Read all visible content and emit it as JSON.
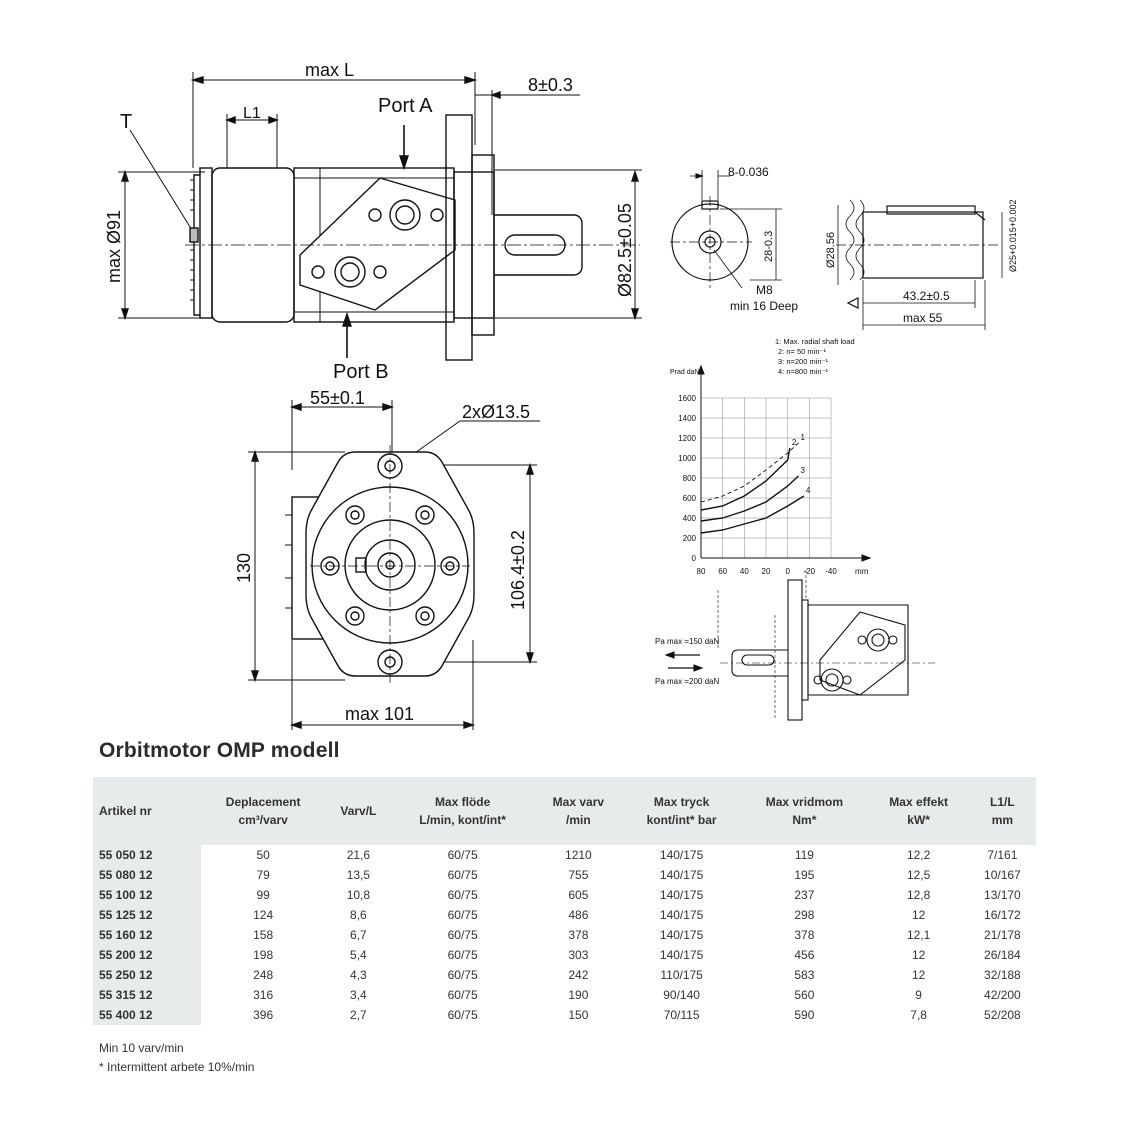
{
  "drawing": {
    "side_view": {
      "max_l": "max L",
      "l1": "L1",
      "t": "T",
      "port_a": "Port A",
      "port_b": "Port B",
      "offset": "8±0.3",
      "max_dia": "max Ø91",
      "flange_dia": "Ø82.5±0.05"
    },
    "shaft_end_view": {
      "key_width": "8-0.036",
      "key_height": "28-0.3",
      "thread": "M8",
      "thread_depth": "min 16 Deep"
    },
    "shaft_side_view": {
      "dia_left": "Ø28.56",
      "dia_right": "Ø25+0.015+0.002",
      "length_inner": "43.2±0.5",
      "length_outer": "max 55"
    },
    "front_view": {
      "offset": "55±0.1",
      "holes": "2xØ13.5",
      "height": "130",
      "bolt_spacing": "106.4±0.2",
      "width": "max 101"
    },
    "load_chart": {
      "legend": [
        "1: Max. radial shaft load",
        "2: n= 50 min⁻¹",
        "3: n=200 min⁻¹",
        "4: n=800 min⁻¹"
      ],
      "arrow_top": "Pa max =150 daN",
      "arrow_bottom": "Pa max =200 daN"
    }
  },
  "chart_data": {
    "type": "line",
    "ylabel": "Prad daN",
    "xlabel": "mm",
    "x_ticks": [
      80,
      60,
      40,
      20,
      0,
      -20,
      -40
    ],
    "y_ticks": [
      0,
      200,
      400,
      600,
      800,
      1000,
      1200,
      1400,
      1600
    ],
    "xlim": [
      80,
      -40
    ],
    "ylim": [
      0,
      1600
    ],
    "series": [
      {
        "name": "1",
        "x": [
          80,
          60,
          40,
          20,
          0,
          -10
        ],
        "y": [
          560,
          620,
          720,
          880,
          1050,
          1150
        ]
      },
      {
        "name": "2",
        "x": [
          80,
          60,
          40,
          20,
          0,
          -2
        ],
        "y": [
          480,
          520,
          620,
          770,
          980,
          1100
        ]
      },
      {
        "name": "3",
        "x": [
          80,
          60,
          40,
          20,
          0,
          -10
        ],
        "y": [
          370,
          400,
          470,
          560,
          720,
          820
        ]
      },
      {
        "name": "4",
        "x": [
          80,
          60,
          40,
          20,
          0,
          -15
        ],
        "y": [
          250,
          280,
          340,
          400,
          520,
          620
        ]
      }
    ]
  },
  "title": "Orbitmotor OMP modell",
  "table": {
    "headers": [
      {
        "l1": "Artikel nr",
        "l2": ""
      },
      {
        "l1": "Deplacement",
        "l2": "cm³/varv"
      },
      {
        "l1": "Varv/L",
        "l2": ""
      },
      {
        "l1": "Max flöde",
        "l2": "L/min, kont/int*"
      },
      {
        "l1": "Max varv",
        "l2": "/min"
      },
      {
        "l1": "Max tryck",
        "l2": "kont/int* bar"
      },
      {
        "l1": "Max vridmom",
        "l2": "Nm*"
      },
      {
        "l1": "Max effekt",
        "l2": "kW*"
      },
      {
        "l1": "L1/L",
        "l2": "mm"
      }
    ],
    "rows": [
      [
        "55 050 12",
        "50",
        "21,6",
        "60/75",
        "1210",
        "140/175",
        "119",
        "12,2",
        "7/161"
      ],
      [
        "55 080 12",
        "79",
        "13,5",
        "60/75",
        "755",
        "140/175",
        "195",
        "12,5",
        "10/167"
      ],
      [
        "55 100 12",
        "99",
        "10,8",
        "60/75",
        "605",
        "140/175",
        "237",
        "12,8",
        "13/170"
      ],
      [
        "55 125 12",
        "124",
        "8,6",
        "60/75",
        "486",
        "140/175",
        "298",
        "12",
        "16/172"
      ],
      [
        "55 160 12",
        "158",
        "6,7",
        "60/75",
        "378",
        "140/175",
        "378",
        "12,1",
        "21/178"
      ],
      [
        "55 200 12",
        "198",
        "5,4",
        "60/75",
        "303",
        "140/175",
        "456",
        "12",
        "26/184"
      ],
      [
        "55 250 12",
        "248",
        "4,3",
        "60/75",
        "242",
        "110/175",
        "583",
        "12",
        "32/188"
      ],
      [
        "55 315 12",
        "316",
        "3,4",
        "60/75",
        "190",
        "90/140",
        "560",
        "9",
        "42/200"
      ],
      [
        "55 400 12",
        "396",
        "2,7",
        "60/75",
        "150",
        "70/115",
        "590",
        "7,8",
        "52/208"
      ]
    ]
  },
  "notes": [
    "Min 10 varv/min",
    "* Intermittent arbete 10%/min"
  ]
}
